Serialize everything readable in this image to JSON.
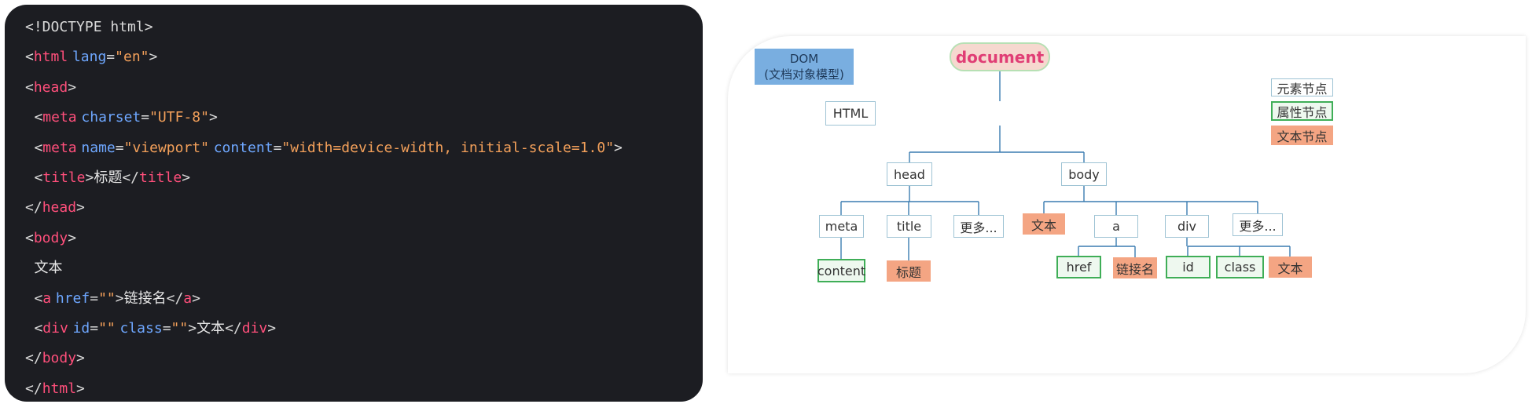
{
  "code": {
    "lines": [
      [
        {
          "t": "<!DOCTYPE html>",
          "c": "punct"
        }
      ],
      [
        {
          "t": "<",
          "c": "punct"
        },
        {
          "t": "html",
          "c": "tag"
        },
        {
          "t": " ",
          "c": "text"
        },
        {
          "t": "lang",
          "c": "attr"
        },
        {
          "t": "=",
          "c": "punct"
        },
        {
          "t": "\"en\"",
          "c": "val"
        },
        {
          "t": ">",
          "c": "punct"
        }
      ],
      [
        {
          "t": "<",
          "c": "punct"
        },
        {
          "t": "head",
          "c": "tag"
        },
        {
          "t": ">",
          "c": "punct"
        }
      ],
      [
        {
          "t": "  ",
          "c": "text"
        },
        {
          "t": "<",
          "c": "punct"
        },
        {
          "t": "meta",
          "c": "tag"
        },
        {
          "t": " ",
          "c": "text"
        },
        {
          "t": "charset",
          "c": "attr"
        },
        {
          "t": "=",
          "c": "punct"
        },
        {
          "t": "\"UTF-8\"",
          "c": "val"
        },
        {
          "t": ">",
          "c": "punct"
        }
      ],
      [
        {
          "t": "  ",
          "c": "text"
        },
        {
          "t": "<",
          "c": "punct"
        },
        {
          "t": "meta",
          "c": "tag"
        },
        {
          "t": " ",
          "c": "text"
        },
        {
          "t": "name",
          "c": "attr"
        },
        {
          "t": "=",
          "c": "punct"
        },
        {
          "t": "\"viewport\"",
          "c": "val"
        },
        {
          "t": " ",
          "c": "text"
        },
        {
          "t": "content",
          "c": "attr"
        },
        {
          "t": "=",
          "c": "punct"
        },
        {
          "t": "\"width=device-width, initial-scale=1.0\"",
          "c": "val"
        },
        {
          "t": ">",
          "c": "punct"
        }
      ],
      [
        {
          "t": "  ",
          "c": "text"
        },
        {
          "t": "<",
          "c": "punct"
        },
        {
          "t": "title",
          "c": "tag"
        },
        {
          "t": ">",
          "c": "punct"
        },
        {
          "t": "标题",
          "c": "text"
        },
        {
          "t": "</",
          "c": "punct"
        },
        {
          "t": "title",
          "c": "tag"
        },
        {
          "t": ">",
          "c": "punct"
        }
      ],
      [
        {
          "t": "</",
          "c": "punct"
        },
        {
          "t": "head",
          "c": "tag"
        },
        {
          "t": ">",
          "c": "punct"
        }
      ],
      [
        {
          "t": "<",
          "c": "punct"
        },
        {
          "t": "body",
          "c": "tag"
        },
        {
          "t": ">",
          "c": "punct"
        }
      ],
      [
        {
          "t": "  ",
          "c": "text"
        },
        {
          "t": "文本",
          "c": "text"
        }
      ],
      [
        {
          "t": "  ",
          "c": "text"
        },
        {
          "t": "<",
          "c": "punct"
        },
        {
          "t": "a",
          "c": "tag"
        },
        {
          "t": " ",
          "c": "text"
        },
        {
          "t": "href",
          "c": "attr"
        },
        {
          "t": "=",
          "c": "punct"
        },
        {
          "t": "\"\"",
          "c": "val"
        },
        {
          "t": ">",
          "c": "punct"
        },
        {
          "t": "链接名",
          "c": "text"
        },
        {
          "t": "</",
          "c": "punct"
        },
        {
          "t": "a",
          "c": "tag"
        },
        {
          "t": ">",
          "c": "punct"
        }
      ],
      [
        {
          "t": "  ",
          "c": "text"
        },
        {
          "t": "<",
          "c": "punct"
        },
        {
          "t": "div",
          "c": "tag"
        },
        {
          "t": " ",
          "c": "text"
        },
        {
          "t": "id",
          "c": "attr"
        },
        {
          "t": "=",
          "c": "punct"
        },
        {
          "t": "\"\"",
          "c": "val"
        },
        {
          "t": " ",
          "c": "text"
        },
        {
          "t": "class",
          "c": "attr"
        },
        {
          "t": "=",
          "c": "punct"
        },
        {
          "t": "\"\"",
          "c": "val"
        },
        {
          "t": ">",
          "c": "punct"
        },
        {
          "t": "文本",
          "c": "text"
        },
        {
          "t": "</",
          "c": "punct"
        },
        {
          "t": "div",
          "c": "tag"
        },
        {
          "t": ">",
          "c": "punct"
        }
      ],
      [
        {
          "t": "</",
          "c": "punct"
        },
        {
          "t": "body",
          "c": "tag"
        },
        {
          "t": ">",
          "c": "punct"
        }
      ],
      [
        {
          "t": "</",
          "c": "punct"
        },
        {
          "t": "html",
          "c": "tag"
        },
        {
          "t": ">",
          "c": "punct"
        }
      ]
    ]
  },
  "diagram": {
    "dom_label_line1": "DOM",
    "dom_label_line2": "(文档对象模型)",
    "legend": {
      "element": "元素节点",
      "attribute": "属性节点",
      "text": "文本节点"
    },
    "nodes": {
      "document": "document",
      "html": "HTML",
      "head": "head",
      "body": "body",
      "meta": "meta",
      "title": "title",
      "head_more": "更多...",
      "body_text": "文本",
      "a": "a",
      "div": "div",
      "body_more": "更多...",
      "content": "content",
      "title_text": "标题",
      "href": "href",
      "link_text": "链接名",
      "id": "id",
      "class": "class",
      "div_text": "文本"
    },
    "colors": {
      "element_border": "#9ec3d4",
      "attribute_border": "#3fae57",
      "text_fill": "#f4a583",
      "line": "#3a7cb0",
      "document_text": "#e03e75",
      "dom_label_fill": "#79aee0"
    }
  }
}
